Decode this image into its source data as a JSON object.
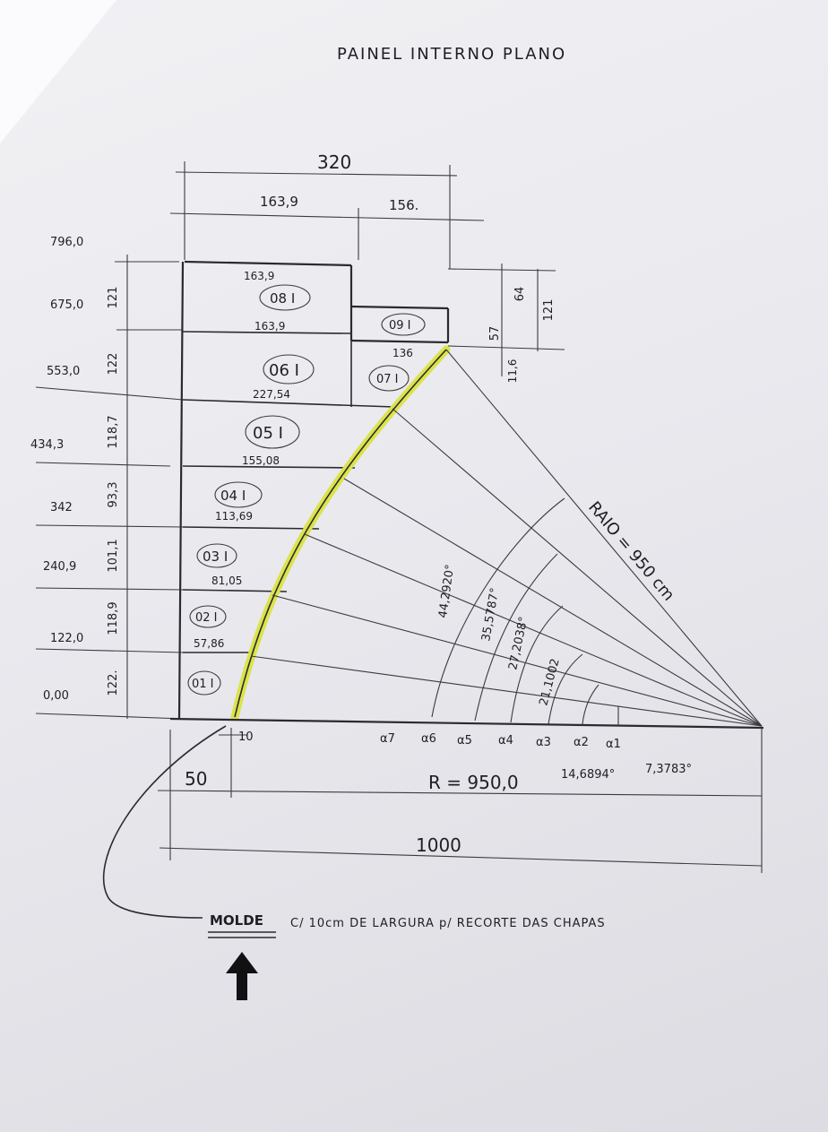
{
  "title": "PAINEL INTERNO PLANO",
  "widths": {
    "total": "320",
    "left": "163,9",
    "right": "156."
  },
  "height_marks": [
    "796,0",
    "675,0",
    "553,0",
    "434,3",
    "342",
    "240,9",
    "122,0",
    "0,00"
  ],
  "row_heights": [
    "121",
    "122",
    "118,7",
    "93,3",
    "101,1",
    "118,9",
    "122."
  ],
  "right_dims": {
    "a": "64",
    "b": "57",
    "c": "121",
    "d": "11,6"
  },
  "panels": [
    {
      "label": "01 I",
      "width": "",
      "cx": 0,
      "cy": 0
    },
    {
      "label": "02 I",
      "width": "57,86"
    },
    {
      "label": "03 I",
      "width": "81,05"
    },
    {
      "label": "04 I",
      "width": "113,69"
    },
    {
      "label": "05 I",
      "width": "155,08"
    },
    {
      "label": "06 I",
      "width": "227,54"
    },
    {
      "label": "07 I",
      "width": "136"
    },
    {
      "label": "08 I",
      "width_top": "163,9",
      "width_bottom": "163,9"
    },
    {
      "label": "09 I",
      "width": ""
    }
  ],
  "angles": [
    "44,2920°",
    "35,5787°",
    "27,2038°",
    "21,1002",
    "14,6894°",
    "7,3783°"
  ],
  "alpha_labels": [
    "α7",
    "α6",
    "α5",
    "α4",
    "α3",
    "α2",
    "α1"
  ],
  "radius_label": "RAIO = 950 cm",
  "bottom_dims": {
    "small": "10",
    "offset": "50",
    "radius": "R = 950,0",
    "total": "1000"
  },
  "note": {
    "emph": "MOLDE",
    "rest": "C/ 10cm DE LARGURA p/ RECORTE DAS CHAPAS"
  },
  "colors": {
    "highlight": "#dbe34a",
    "ink": "#2a2a30",
    "paper": "#ececf0"
  }
}
